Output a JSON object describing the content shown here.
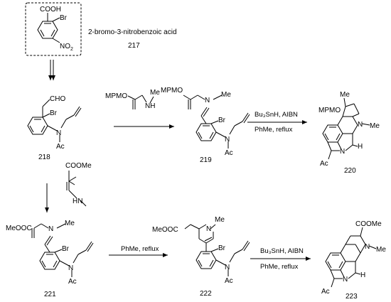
{
  "start": {
    "name": "2-bromo-3-nitrobenzoic acid",
    "number": "217",
    "labels": {
      "cooh": "COOH",
      "br": "Br",
      "no2": "NO",
      "no2_sub": "2"
    }
  },
  "compounds": {
    "c218": {
      "number": "218",
      "cho": "CHO",
      "br": "Br",
      "n": "N",
      "ac": "Ac"
    },
    "c219": {
      "number": "219",
      "mpmo": "MPMO",
      "n": "N",
      "me": "Me",
      "br": "Br",
      "n2": "N",
      "ac": "Ac"
    },
    "c220": {
      "number": "220",
      "mpmo": "MPMO",
      "me": "Me",
      "n": "N",
      "me2": "Me",
      "n2": "N",
      "h": "H",
      "ac": "Ac"
    },
    "c221": {
      "number": "221",
      "meooc": "MeOOC",
      "n": "N",
      "me": "Me",
      "br": "Br",
      "n2": "N",
      "ac": "Ac"
    },
    "c222": {
      "number": "222",
      "meooc": "MeOOC",
      "n": "N",
      "me": "Me",
      "br": "Br",
      "n2": "N",
      "ac": "Ac"
    },
    "c223": {
      "number": "223",
      "cooMe": "COOMe",
      "n": "N",
      "me": "Me",
      "h": "H",
      "n2": "N",
      "ac": "Ac"
    }
  },
  "reagents": {
    "amine1": {
      "mpmo": "MPMO",
      "me": "Me",
      "nh": "NH"
    },
    "amine2": {
      "cooMe": "COOMe",
      "hn": "HN"
    }
  },
  "conditions": {
    "r1_top": "Bu₃SnH, AIBN",
    "r1_bottom": "PhMe, reflux",
    "r2": "PhMe, reflux",
    "r3_top": "Bu₃SnH, AIBN",
    "r3_bottom": "PhMe, reflux"
  }
}
